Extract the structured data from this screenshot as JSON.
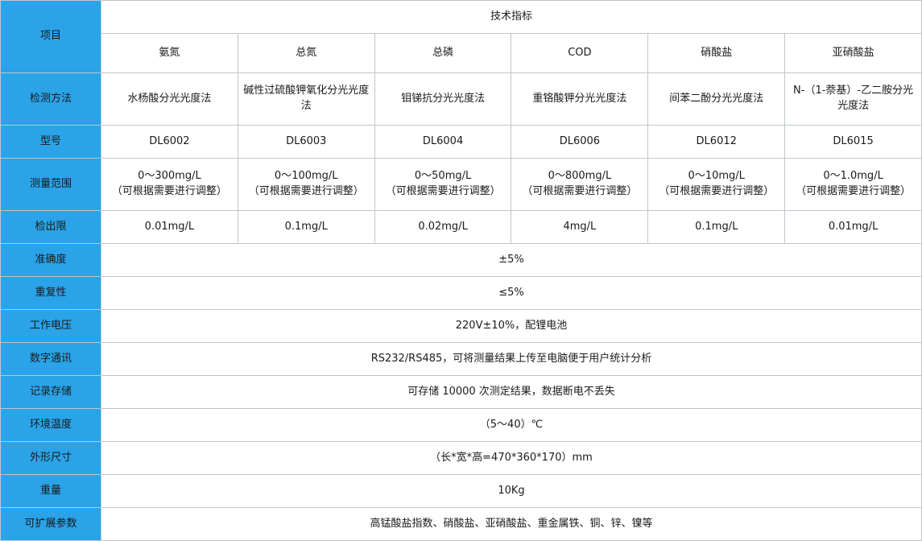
{
  "table": {
    "header_span_label": "技术指标",
    "row_labels": {
      "item": "项目",
      "method": "检测方法",
      "model": "型号",
      "range": "测量范围",
      "detection_limit": "检出限",
      "accuracy": "准确度",
      "repeatability": "重复性",
      "voltage": "工作电压",
      "digital_comm": "数字通讯",
      "storage": "记录存储",
      "temperature": "环境温度",
      "dimensions": "外形尺寸",
      "weight": "重量",
      "expandable": "可扩展参数"
    },
    "columns": [
      "氨氮",
      "总氮",
      "总磷",
      "COD",
      "硝酸盐",
      "亚硝酸盐"
    ],
    "methods": [
      "水杨酸分光光度法",
      "碱性过硫酸钾氧化分光光度法",
      "钼锑抗分光光度法",
      "重铬酸钾分光光度法",
      "间苯二酚分光光度法",
      "N-（1-萘基）-乙二胺分光光度法"
    ],
    "models": [
      "DL6002",
      "DL6003",
      "DL6004",
      "DL6006",
      "DL6012",
      "DL6015"
    ],
    "ranges": [
      {
        "value": "0～300mg/L",
        "note": "（可根据需要进行调整）"
      },
      {
        "value": "0～100mg/L",
        "note": "（可根据需要进行调整）"
      },
      {
        "value": "0～50mg/L",
        "note": "（可根据需要进行调整）"
      },
      {
        "value": "0～800mg/L",
        "note": "（可根据需要进行调整）"
      },
      {
        "value": "0～10mg/L",
        "note": "（可根据需要进行调整）"
      },
      {
        "value": "0～1.0mg/L",
        "note": "（可根据需要进行调整）"
      }
    ],
    "detection_limits": [
      "0.01mg/L",
      "0.1mg/L",
      "0.02mg/L",
      "4mg/L",
      "0.1mg/L",
      "0.01mg/L"
    ],
    "full_rows": {
      "accuracy": "±5%",
      "repeatability": "≤5%",
      "voltage": "220V±10%，配锂电池",
      "digital_comm": "RS232/RS485，可将测量结果上传至电脑便于用户统计分析",
      "storage": "可存储 10000 次测定结果，数据断电不丢失",
      "temperature": "（5～40）℃",
      "dimensions": "（长*宽*高=470*360*170）mm",
      "weight": "10Kg",
      "expandable": "高锰酸盐指数、硝酸盐、亚硝酸盐、重金属铁、铜、锌、镍等"
    }
  },
  "colors": {
    "label_bg": "#2aa3e8",
    "border": "#bfc6cc",
    "text": "#1a1a1a"
  }
}
